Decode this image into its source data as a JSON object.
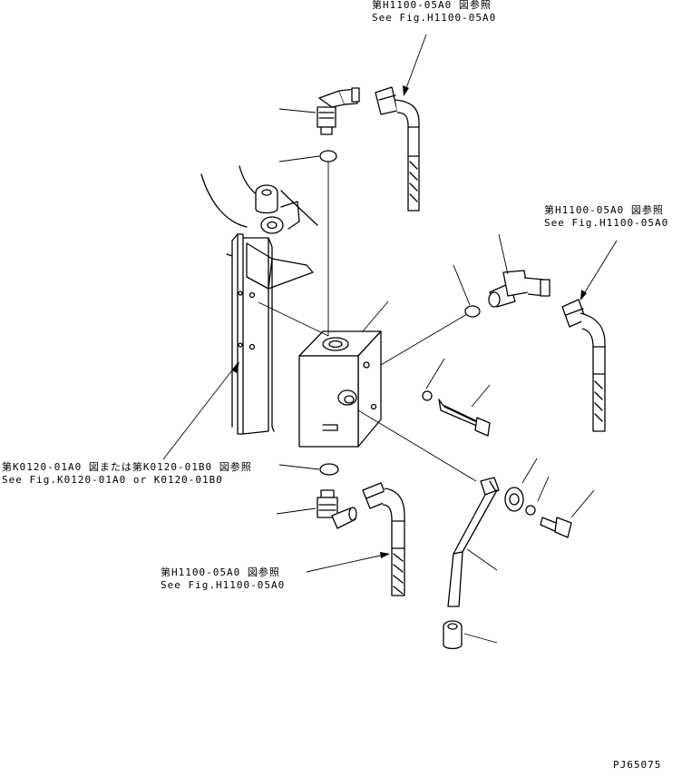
{
  "references": {
    "top_hose": {
      "jp": "第H1100-05A0 図参照",
      "en": "See Fig.H1100-05A0"
    },
    "right_hose": {
      "jp": "第H1100-05A0 図参照",
      "en": "See Fig.H1100-05A0"
    },
    "frame": {
      "jp": "第K0120-01A0 図または第K0120-01B0 図参照",
      "en": "See Fig.K0120-01A0 or K0120-01B0"
    },
    "bottom_hose": {
      "jp": "第H1100-05A0 図参照",
      "en": "See Fig.H1100-05A0"
    }
  },
  "drawing_number": "PJ65075"
}
